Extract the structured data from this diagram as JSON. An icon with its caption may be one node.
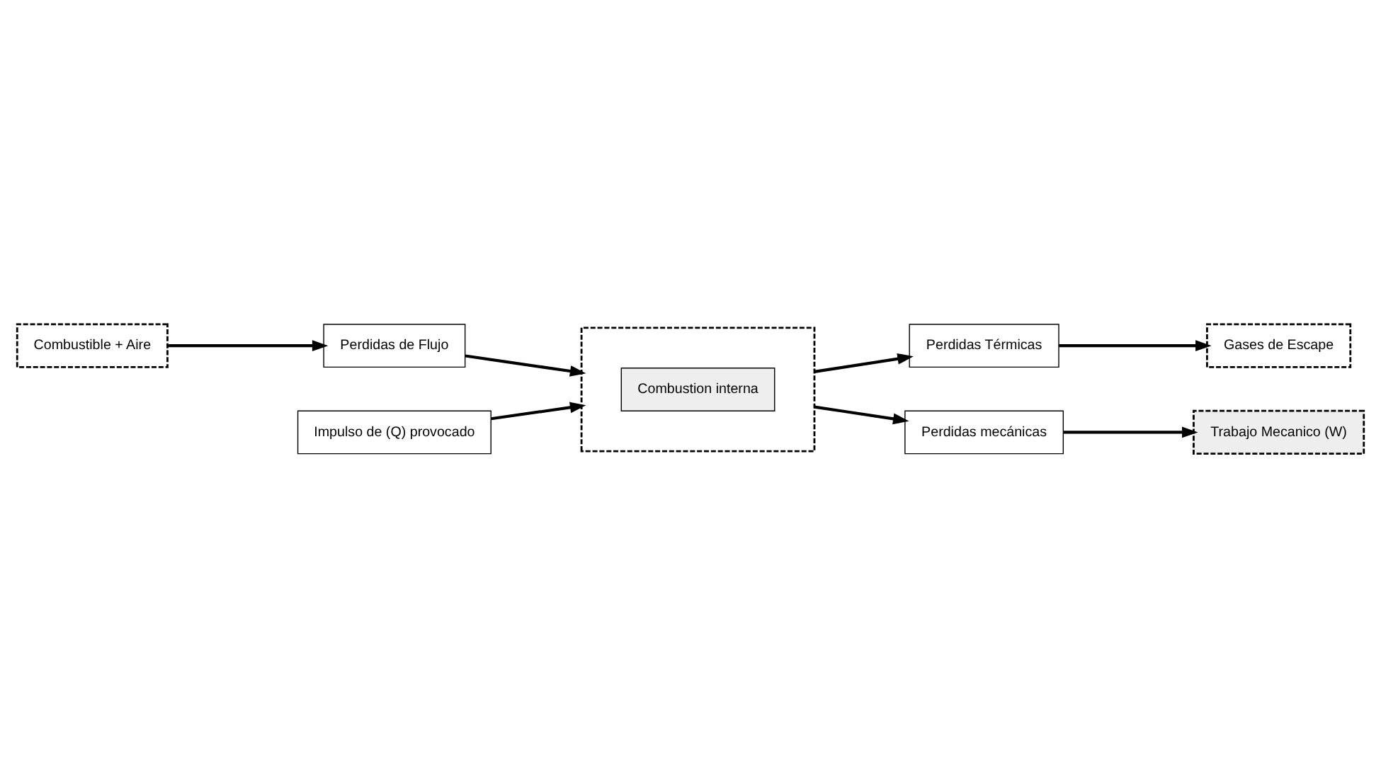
{
  "diagram": {
    "nodes": [
      {
        "text": [
          "Combustible + Aire"
        ]
      },
      {
        "text": [
          "Perdidas de Flujo"
        ]
      },
      {
        "text": [
          "Impulso de (Q) provocado"
        ]
      },
      {
        "text": [],
        "shape": "box"
      },
      {
        "text": [
          "Combustion interna"
        ],
        "in": 3
      },
      {
        "text": [
          "Perdidas Térmicas"
        ]
      },
      {
        "text": [
          "Gases de Escape"
        ]
      },
      {
        "text": [
          "Perdidas mecánicas"
        ]
      },
      {
        "text": [
          "Trabajo Mecanico (W)"
        ]
      }
    ],
    "edges": [
      {
        "from": 0,
        "to": 1,
        "arrow": "to"
      },
      {
        "from": 1,
        "to": 3,
        "arrow": "to"
      },
      {
        "from": 2,
        "to": 3,
        "arrow": "to"
      },
      {
        "from": 3,
        "to": 5,
        "arrow": "to"
      },
      {
        "from": 5,
        "to": 6,
        "arrow": "to"
      },
      {
        "from": 3,
        "to": 7,
        "arrow": "to"
      },
      {
        "from": 7,
        "to": 8,
        "arrow": "to"
      }
    ]
  }
}
